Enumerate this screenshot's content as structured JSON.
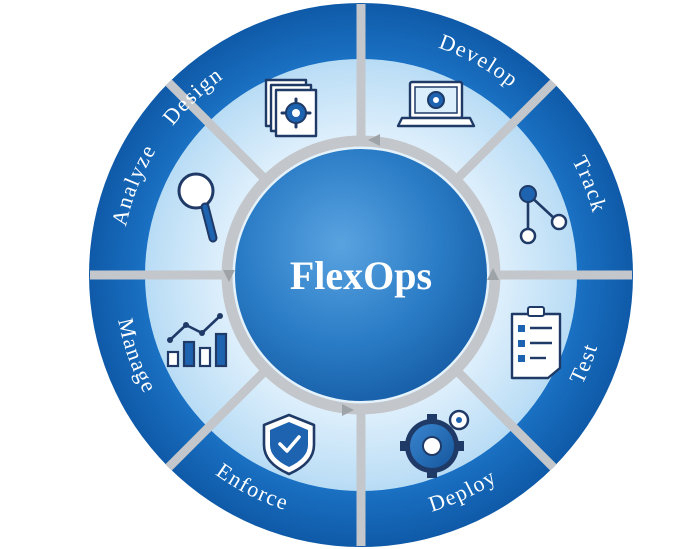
{
  "center": {
    "title": "FlexOps"
  },
  "segments": [
    {
      "label": "Design",
      "icon": "design-pages-gear-icon"
    },
    {
      "label": "Develop",
      "icon": "laptop-gear-icon"
    },
    {
      "label": "Track",
      "icon": "node-graph-icon"
    },
    {
      "label": "Test",
      "icon": "checklist-clipboard-icon"
    },
    {
      "label": "Deploy",
      "icon": "gears-icon"
    },
    {
      "label": "Enforce",
      "icon": "shield-check-icon"
    },
    {
      "label": "Manage",
      "icon": "bar-chart-trend-icon"
    },
    {
      "label": "Analyze",
      "icon": "magnifier-icon"
    }
  ],
  "colors": {
    "outer_ring": "#1565b8",
    "inner_ring": "#c8e3f7",
    "hub": "#2c80c8",
    "divider": "#c0c4c8",
    "icon_stroke": "#1f3a66"
  }
}
